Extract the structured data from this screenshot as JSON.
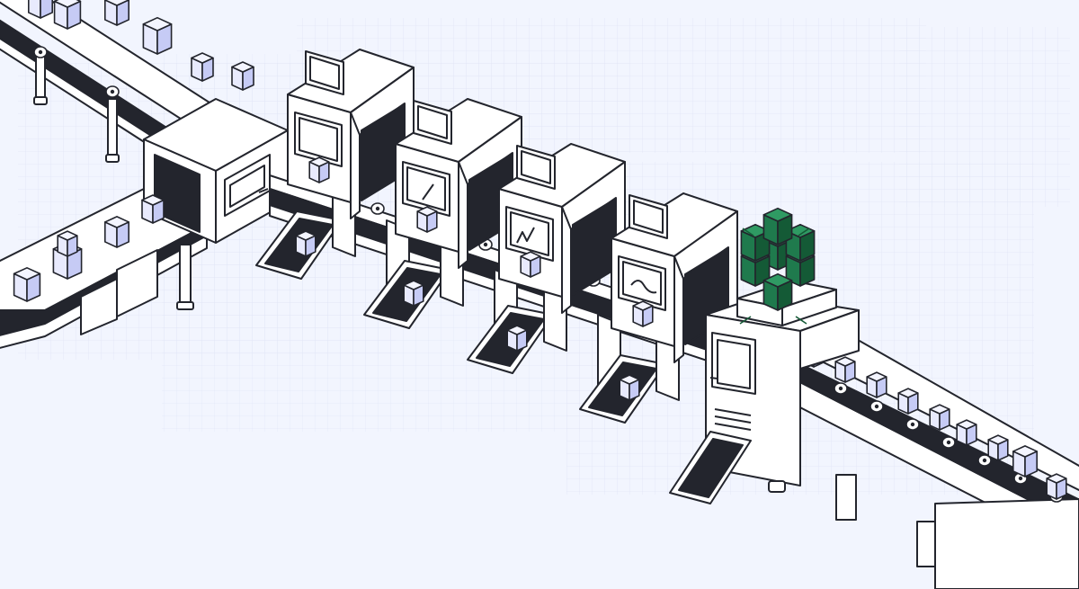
{
  "colors": {
    "background": "#f2f5fe",
    "grid": "#dde3f6",
    "outline": "#23252d",
    "body": "#ffffff",
    "dark": "#23252d",
    "box_face": "#e8eafd",
    "box_side": "#c6cbf5",
    "box_top": "#f4f5ff",
    "accent_green": "#1f7a4d",
    "accent_green_light": "#2f9a63",
    "accent_green_dark": "#145a36"
  },
  "icons": {
    "belt_roller": "roller-icon",
    "chute": "chute-icon",
    "monitor": "monitor-icon",
    "module_cluster": "module-cluster-icon",
    "expand_arrows": "arrow-icon"
  },
  "stations": {
    "count": 4,
    "screen_glyphs": [
      "",
      "slash",
      "wave",
      "squiggle"
    ]
  }
}
